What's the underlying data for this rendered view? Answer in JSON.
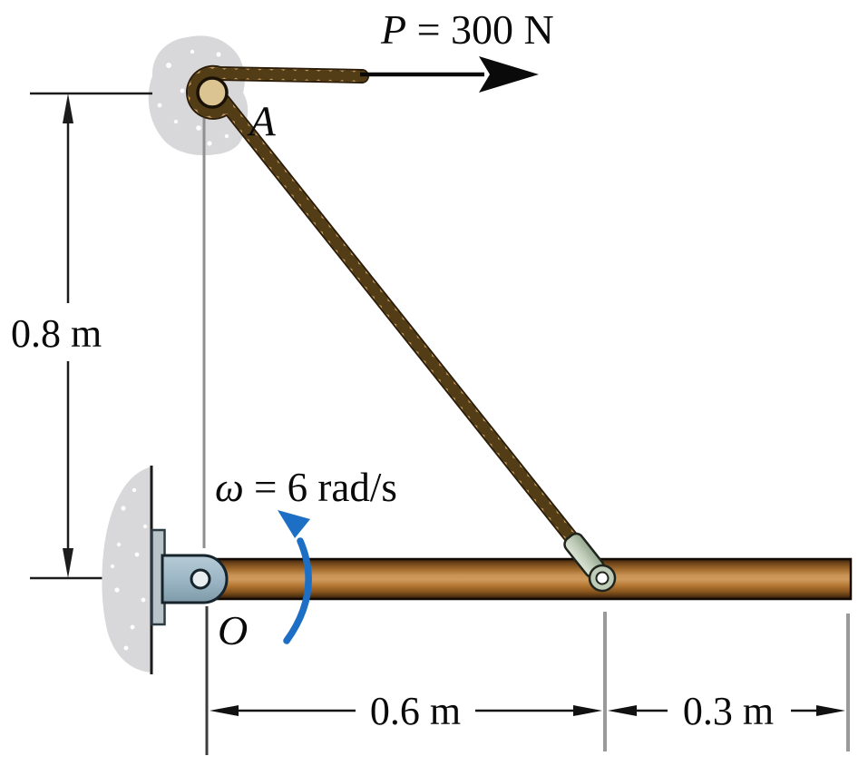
{
  "figure": {
    "labels": {
      "force": {
        "var": "P",
        "rest": " = 300 N"
      },
      "omega": {
        "var": "ω",
        "rest": " = 6 rad/s"
      },
      "point_a": "A",
      "point_o": "O",
      "dim_height": "0.8 m",
      "dim_left": "0.6 m",
      "dim_right": "0.3 m"
    },
    "colors": {
      "ink": "#0a0a0a",
      "dim_gray": "#8f8f8f",
      "rope_light": "#c99d60",
      "rope_dark": "#45330f",
      "rope_outline": "#2b1d09",
      "peg_tan": "#dcc492",
      "concrete": "#d8d8da",
      "speckle": "#ffffff",
      "plate_steel": "#b9c3ca",
      "clevis_steel": "#9db7c6",
      "pin_hole": "#e9eef1",
      "bar_brown": "#c08a49",
      "eyelet_gray": "#becbb7",
      "arrow_blue": "#1d6fc6"
    }
  }
}
